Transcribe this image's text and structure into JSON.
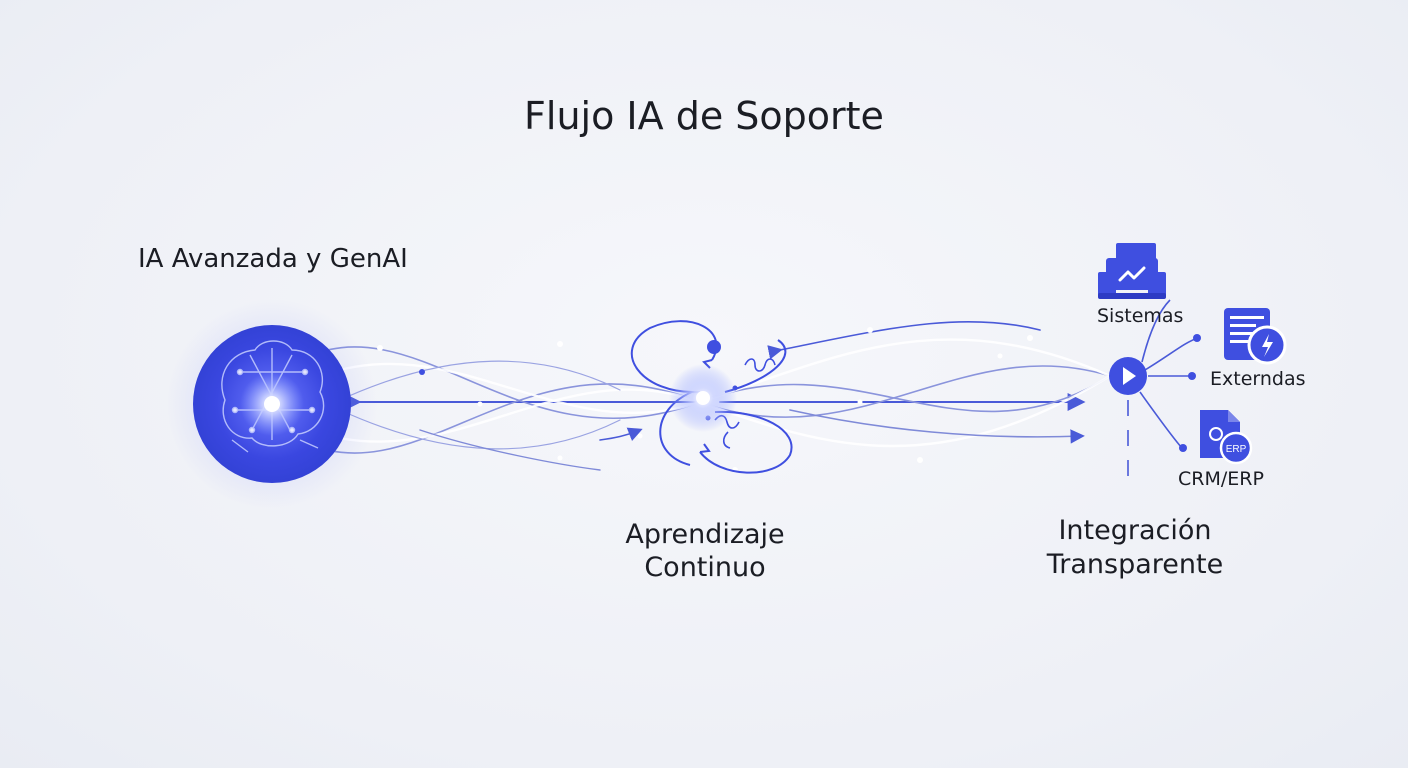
{
  "title": "Flujo IA de Soporte",
  "nodes": {
    "brain": {
      "label": "IA Avanzada y GenAI",
      "icon": "brain-network-icon"
    },
    "center": {
      "label_line1": "Aprendizaje",
      "label_line2": "Continuo",
      "icon": "learning-loop-icon"
    },
    "hub": {
      "label_line1": "Integración",
      "label_line2": "Transparente",
      "icon": "play-hub-icon"
    }
  },
  "integrations": [
    {
      "label": "Sistemas",
      "icon": "systems-chart-icon"
    },
    {
      "label": "Externdas",
      "icon": "external-document-icon"
    },
    {
      "label": "CRM/ERP",
      "icon": "crm-erp-document-icon"
    }
  ],
  "colors": {
    "primary": "#3f4fe0",
    "accent": "#4a5ad8",
    "line": "#7f8ad8",
    "text": "#1b1d24",
    "background": "#eef0f6"
  }
}
